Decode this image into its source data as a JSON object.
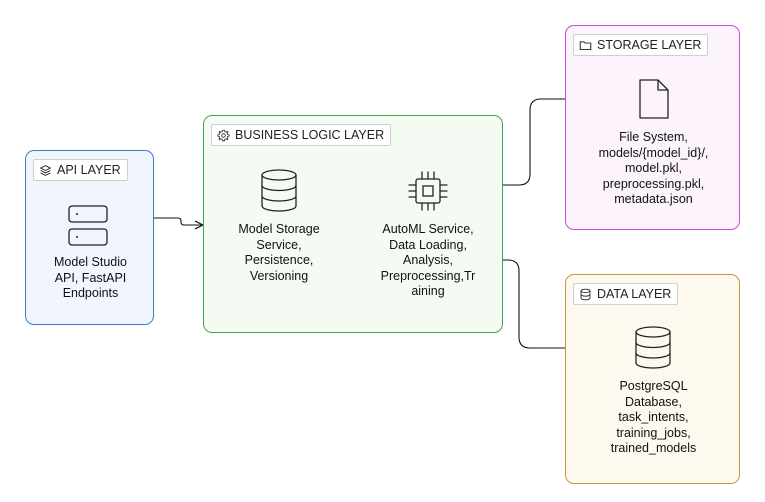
{
  "api_layer": {
    "title": "API LAYER",
    "description": [
      "Model Studio",
      "API, FastAPI",
      "Endpoints"
    ],
    "border_color": "#3d7cc9",
    "fill_color": "#f1f5fd"
  },
  "business_layer": {
    "title": "BUSINESS LOGIC LAYER",
    "border_color": "#3ea84e",
    "fill_color": "#f4fbf3",
    "components": [
      {
        "name": "model-storage",
        "icon": "database-icon",
        "description": [
          "Model Storage",
          "Service,",
          "Persistence,",
          "Versioning"
        ]
      },
      {
        "name": "automl",
        "icon": "cpu-chip-icon",
        "description": [
          "AutoML Service,",
          "Data Loading,",
          "Analysis,",
          "Preprocessing,Tr",
          "aining"
        ]
      }
    ]
  },
  "storage_layer": {
    "title": "STORAGE LAYER",
    "icon": "file-icon",
    "description": [
      "File System,",
      "models/{model_id}/,",
      "model.pkl,",
      "preprocessing.pkl,",
      "metadata.json"
    ],
    "border_color": "#c84fd0",
    "fill_color": "#fcf3fd"
  },
  "data_layer": {
    "title": "DATA LAYER",
    "icon": "database-icon",
    "description": [
      "PostgreSQL",
      "Database,",
      "task_intents,",
      "training_jobs,",
      "trained_models"
    ],
    "border_color": "#c8963e",
    "fill_color": "#fdf9ef"
  },
  "connections": [
    {
      "from": "api_layer",
      "to": "business_layer"
    },
    {
      "from": "business_layer",
      "to": "storage_layer"
    },
    {
      "from": "business_layer",
      "to": "data_layer"
    }
  ]
}
